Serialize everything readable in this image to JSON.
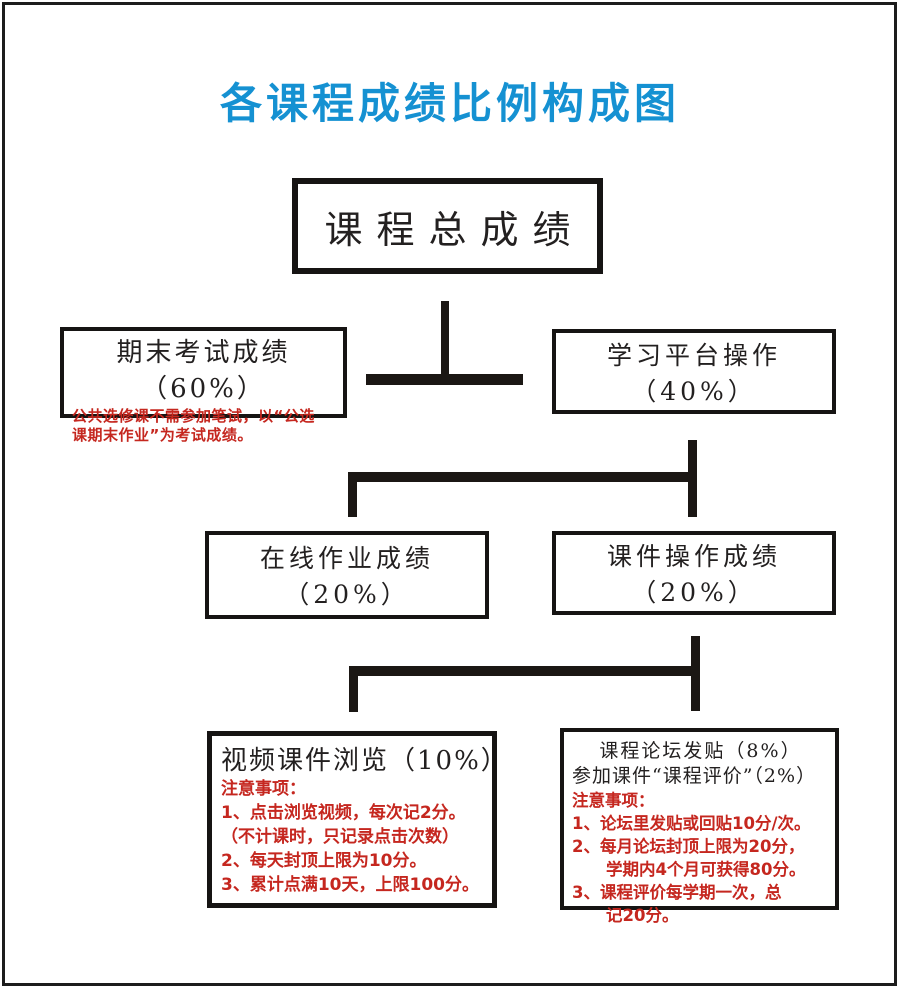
{
  "page": {
    "title": "各课程成绩比例构成图",
    "title_color": "#1591d2",
    "note_red": "#c5271f",
    "line_black": "#1b1714"
  },
  "boxes": {
    "total": {
      "label": "课程总成绩"
    },
    "exam": {
      "label": "期末考试成绩（60%）",
      "note_line1": "公共选修课不需参加笔试，以“公选",
      "note_line2": "课期末作业”为考试成绩。"
    },
    "platform": {
      "label": "学习平台操作（40%）"
    },
    "homework": {
      "label": "在线作业成绩（20%）"
    },
    "courseware": {
      "label": "课件操作成绩（20%）"
    },
    "video": {
      "label": "视频课件浏览（10%）",
      "notes_title": "注意事项：",
      "note_line1": "1、点击浏览视频，每次记2分。",
      "note_line2": "（不计课时，只记录点击次数）",
      "note_line3": "2、每天封顶上限为10分。",
      "note_line4": "3、累计点满10天，上限100分。"
    },
    "forum": {
      "label_line1": "课程论坛发贴（8%）",
      "label_line2": "参加课件“课程评价”（2%）",
      "notes_title": "注意事项：",
      "note_line1": "1、论坛里发贴或回贴10分/次。",
      "note_line2": "2、每月论坛封顶上限为20分，",
      "note_line3": "学期内4个月可获得80分。",
      "note_line4": "3、课程评价每学期一次，总",
      "note_line5": "记20分。"
    }
  }
}
